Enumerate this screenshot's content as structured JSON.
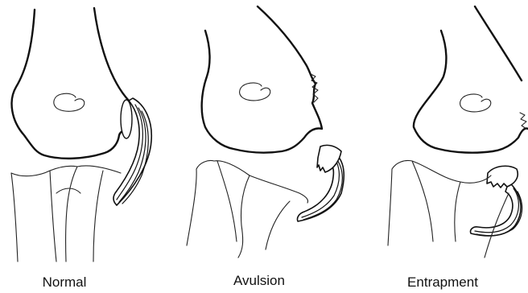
{
  "panels": [
    {
      "label": "Normal"
    },
    {
      "label": "Avulsion"
    },
    {
      "label": "Entrapment"
    }
  ],
  "colors": {
    "line": "#111111",
    "background": "#ffffff"
  }
}
